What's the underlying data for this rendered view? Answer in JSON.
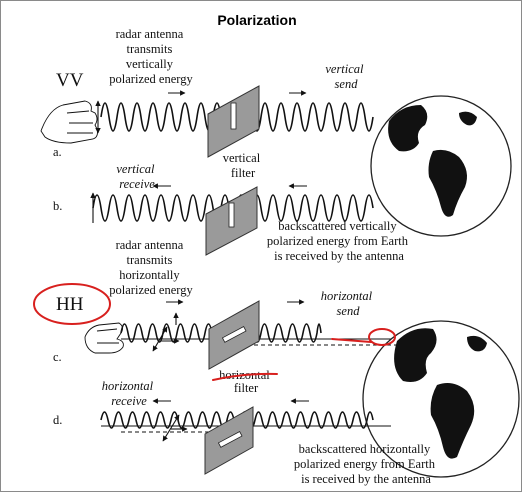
{
  "title": "Polarization",
  "panels": {
    "a": {
      "label": "a.",
      "mode": "VV",
      "antenna_text": [
        "radar antenna",
        "transmits",
        "vertically",
        "polarized energy"
      ],
      "send_text": [
        "vertical",
        "send"
      ],
      "filter_text": [
        "vertical",
        "filter"
      ]
    },
    "b": {
      "label": "b.",
      "receive_text": [
        "vertical",
        "receive"
      ],
      "backscatter_text": [
        "backscattered vertically",
        "polarized energy from Earth",
        "is received by the antenna"
      ]
    },
    "c": {
      "label": "c.",
      "mode": "HH",
      "antenna_text": [
        "radar antenna",
        "transmits",
        "horizontally",
        "polarized energy"
      ],
      "send_text": [
        "horizontal",
        "send"
      ],
      "filter_text": [
        "horizontal",
        "filter"
      ]
    },
    "d": {
      "label": "d.",
      "receive_text": [
        "horizontal",
        "receive"
      ],
      "backscatter_text": [
        "backscattered horizontally",
        "polarized energy from Earth",
        "is received by the antenna"
      ]
    }
  }
}
